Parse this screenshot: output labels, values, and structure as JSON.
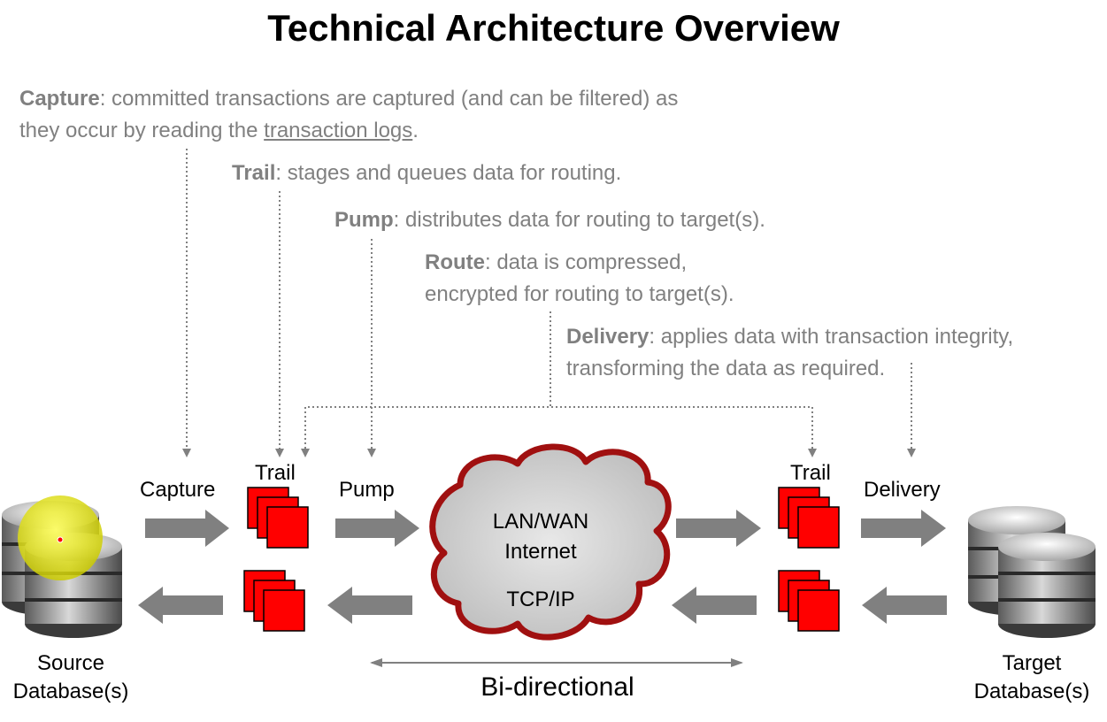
{
  "title": "Technical Architecture Overview",
  "notes": {
    "capture": {
      "term": "Capture",
      "line1_rest": ": committed transactions are captured (and can be filtered) as",
      "line2_pre": "they occur by reading the ",
      "line2_link": "transaction logs",
      "line2_post": "."
    },
    "trail": {
      "term": "Trail",
      "rest": ": stages and queues data for routing."
    },
    "pump": {
      "term": "Pump",
      "rest": ": distributes data for routing to target(s)."
    },
    "route": {
      "term": "Route",
      "line1_rest": ": data is compressed,",
      "line2": "encrypted for routing to target(s)."
    },
    "delivery": {
      "term": "Delivery",
      "line1_rest": ": applies data with transaction integrity,",
      "line2": "transforming the data as required."
    }
  },
  "flow_labels": {
    "capture": "Capture",
    "trail_left": "Trail",
    "pump": "Pump",
    "trail_right": "Trail",
    "delivery": "Delivery"
  },
  "cloud": {
    "line1": "LAN/WAN",
    "line2": "Internet",
    "line3": "TCP/IP"
  },
  "source": {
    "line1": "Source",
    "line2": "Database(s)"
  },
  "target": {
    "line1": "Target",
    "line2": "Database(s)"
  },
  "bidirectional": "Bi-directional",
  "colors": {
    "note": "#808080",
    "trail_red": "#ff0000",
    "arrow_gray": "#808080",
    "highlight_yellow": "#e6e600"
  }
}
